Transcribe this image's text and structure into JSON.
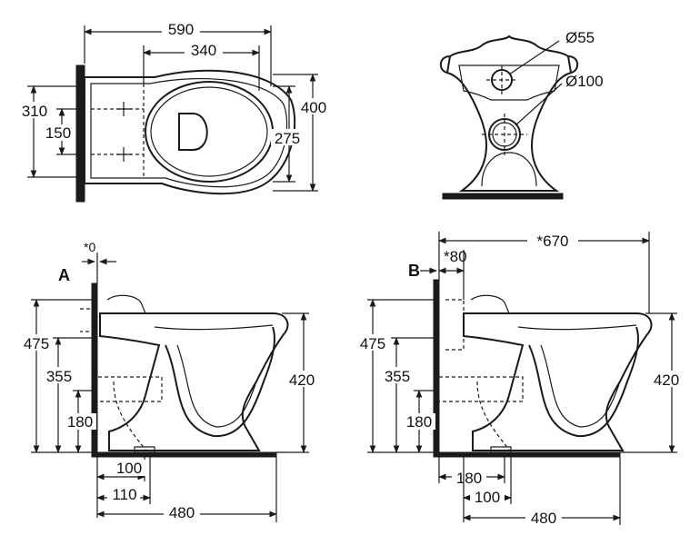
{
  "top_view": {
    "dims": {
      "overall_length": "590",
      "bowl_length": "340",
      "height_310": "310",
      "spacing_150": "150",
      "overall_width": "400",
      "bowl_width": "275"
    }
  },
  "front_view": {
    "dims": {
      "dia_small": "Ø55",
      "dia_large": "Ø100"
    }
  },
  "side_a": {
    "label": "A",
    "dims": {
      "offset": "*0",
      "h475": "475",
      "h355": "355",
      "h180": "180",
      "h420": "420",
      "d100": "100",
      "d110": "110",
      "d480": "480"
    }
  },
  "side_b": {
    "label": "B",
    "dims": {
      "offset": "*80",
      "overall": "*670",
      "h475": "475",
      "h355": "355",
      "h180": "180",
      "h420": "420",
      "d180": "180",
      "d100": "100",
      "d480": "480"
    }
  }
}
